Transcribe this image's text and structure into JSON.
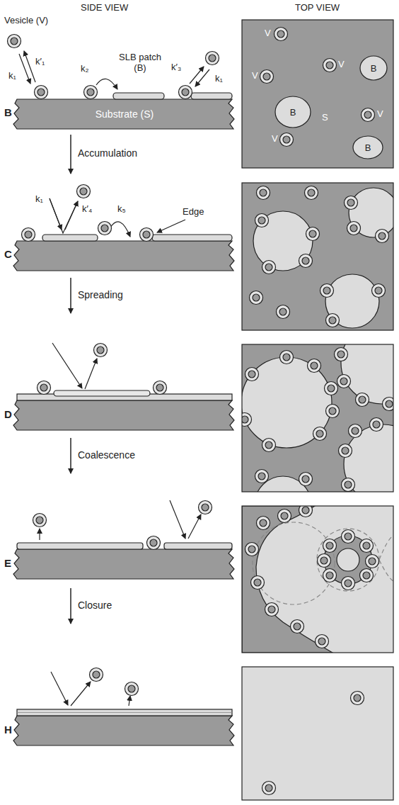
{
  "diagram": {
    "nodes": [
      {
        "text": [
          "Substrate (S)"
        ]
      },
      {
        "text": [
          "S"
        ]
      },
      {
        "text": [
          "B"
        ],
        "in": 1
      },
      {
        "text": [
          "B"
        ],
        "in": 1
      },
      {
        "text": [
          "B"
        ],
        "in": 1
      }
    ],
    "labels": [
      "SIDE VIEW",
      "TOP VIEW",
      "Vesicle (V)",
      "k′₁",
      "k₁",
      "k₂",
      "SLB patch (B)",
      "k′₃",
      "k₁",
      "B",
      "V",
      "V",
      "V",
      "V",
      "V",
      "Accumulation",
      "C",
      "k₁",
      "k′₄",
      "k₅",
      "Edge",
      "Spreading",
      "D",
      "Coalescence",
      "E",
      "Closure",
      "H"
    ]
  }
}
